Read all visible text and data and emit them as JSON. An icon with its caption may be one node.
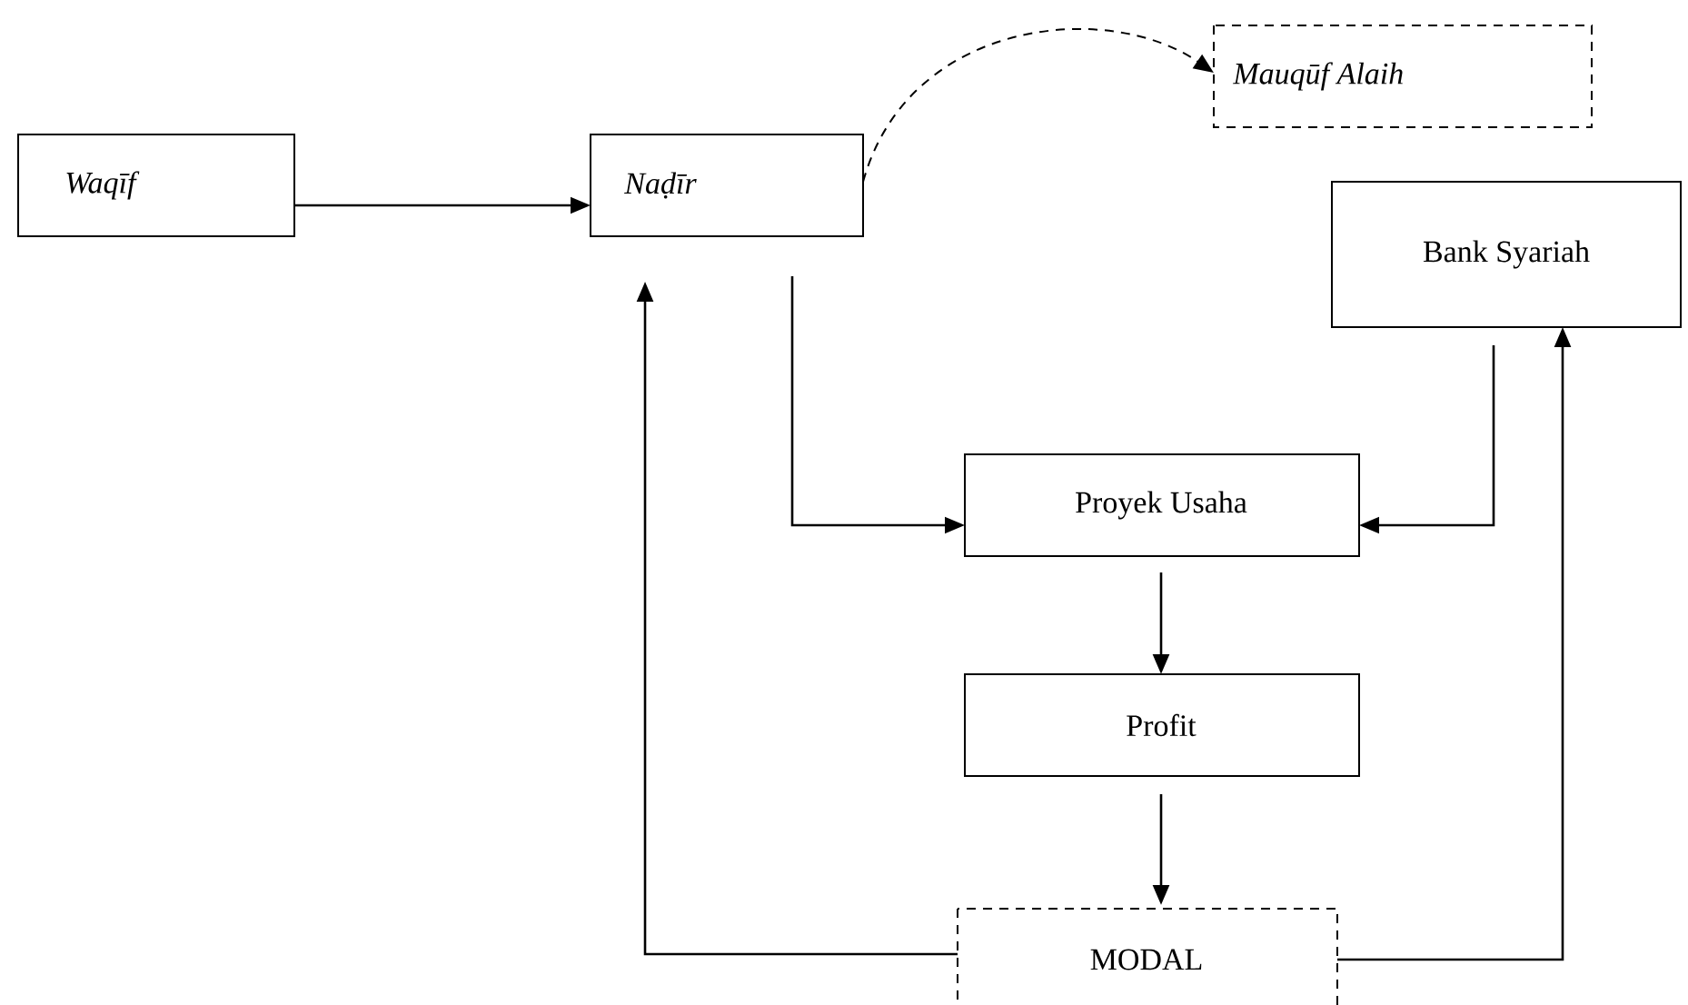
{
  "diagram": {
    "nodes": [
      {
        "text": [
          "Waqīf"
        ]
      },
      {
        "text": [
          "Naḍīr"
        ]
      },
      {
        "text": [
          "Mauqūf Alaih"
        ]
      },
      {
        "text": [
          "Bank Syariah"
        ]
      },
      {
        "text": [
          "Proyek Usaha"
        ]
      },
      {
        "text": [
          "Profit"
        ]
      },
      {
        "text": [
          "MODAL"
        ]
      }
    ],
    "edges": [
      {
        "from": 0,
        "to": 1,
        "arrow": "to"
      },
      {
        "from": 1,
        "to": 2,
        "arrow": "to",
        "style": "dashed"
      },
      {
        "from": 1,
        "to": 4,
        "arrow": "to"
      },
      {
        "from": 3,
        "to": 4,
        "arrow": "to"
      },
      {
        "from": 4,
        "to": 5,
        "arrow": "to"
      },
      {
        "from": 5,
        "to": 6,
        "arrow": "to"
      },
      {
        "from": 6,
        "to": 1,
        "arrow": "to"
      },
      {
        "from": 6,
        "to": 3,
        "arrow": "to"
      }
    ]
  }
}
